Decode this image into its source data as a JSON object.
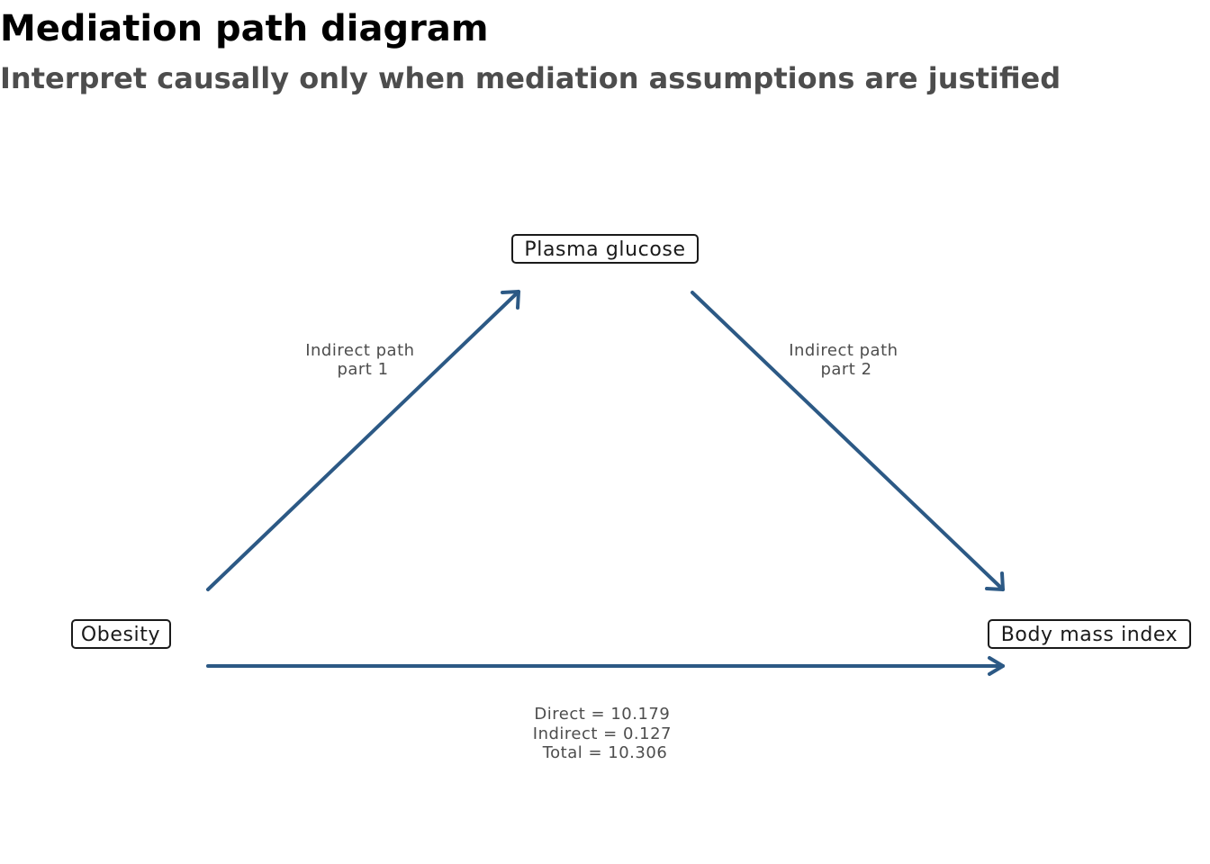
{
  "title": "Mediation path diagram",
  "subtitle": "Interpret causally only when mediation assumptions are justified",
  "colors": {
    "arrow": "#2c5985",
    "box_border": "#1a1a1a",
    "label_text": "#4d4d4d"
  },
  "nodes": {
    "exposure": {
      "label": "Obesity"
    },
    "mediator": {
      "label": "Plasma glucose"
    },
    "outcome": {
      "label": "Body mass index"
    }
  },
  "edges": {
    "a_path": {
      "from": "exposure",
      "to": "mediator",
      "label_lines": [
        "Indirect path",
        "part 1"
      ]
    },
    "b_path": {
      "from": "mediator",
      "to": "outcome",
      "label_lines": [
        "Indirect path",
        "part 2"
      ]
    },
    "c_path": {
      "from": "exposure",
      "to": "outcome",
      "label_lines": [
        "Direct = 10.179",
        "Indirect = 0.127",
        "Total = 10.306"
      ]
    }
  },
  "effects": {
    "direct": 10.179,
    "indirect": 0.127,
    "total": 10.306
  }
}
